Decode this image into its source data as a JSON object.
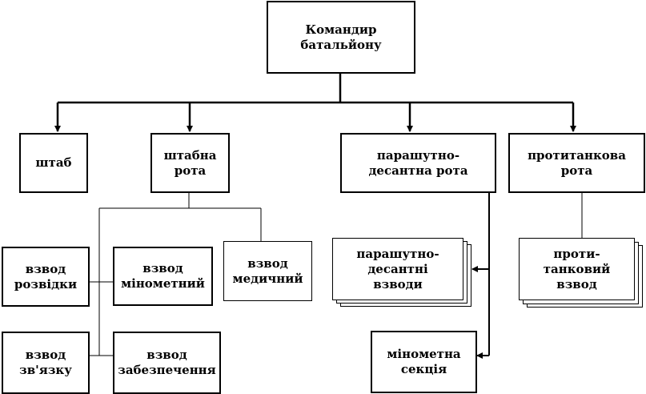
{
  "nodes": {
    "commander": "Командир\nбатальйону",
    "hq": "штаб",
    "hq_company": "штабна\nрота",
    "para_company": "парашутно-\nдесантна рота",
    "at_company": "протитанкова\nрота",
    "recon": "взвод\nрозвідки",
    "mortar_platoon": "взвод\nмінометний",
    "medical": "взвод\nмедичний",
    "signal": "взвод\nзв'язку",
    "supply": "взвод\nзабезпечення",
    "para_platoons": "парашутно-\nдесантні\nвзводи",
    "mortar_section": "мінометна\nсекція",
    "at_platoon": "проти-\nтанковий\nвзвод"
  }
}
